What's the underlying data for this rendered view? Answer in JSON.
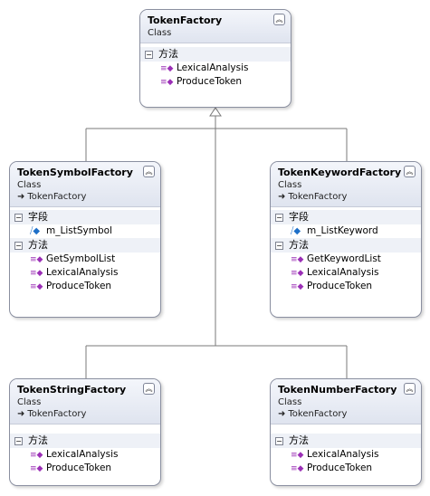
{
  "top": {
    "title": "TokenFactory",
    "kind": "Class",
    "methods_label": "方法",
    "methods": [
      "LexicalAnalysis",
      "ProduceToken"
    ]
  },
  "symbol": {
    "title": "TokenSymbolFactory",
    "kind": "Class",
    "base": "TokenFactory",
    "fields_label": "字段",
    "fields": [
      "m_ListSymbol"
    ],
    "methods_label": "方法",
    "methods": [
      "GetSymbolList",
      "LexicalAnalysis",
      "ProduceToken"
    ]
  },
  "keyword": {
    "title": "TokenKeywordFactory",
    "kind": "Class",
    "base": "TokenFactory",
    "fields_label": "字段",
    "fields": [
      "m_ListKeyword"
    ],
    "methods_label": "方法",
    "methods": [
      "GetKeywordList",
      "LexicalAnalysis",
      "ProduceToken"
    ]
  },
  "string": {
    "title": "TokenStringFactory",
    "kind": "Class",
    "base": "TokenFactory",
    "methods_label": "方法",
    "methods": [
      "LexicalAnalysis",
      "ProduceToken"
    ]
  },
  "number": {
    "title": "TokenNumberFactory",
    "kind": "Class",
    "base": "TokenFactory",
    "methods_label": "方法",
    "methods": [
      "LexicalAnalysis",
      "ProduceToken"
    ]
  },
  "icons": {
    "collapse": "double-chevron-up-icon",
    "method": "method-icon",
    "field": "field-icon",
    "inherits": "inheritance-arrow-icon"
  },
  "colors": {
    "line": "#7a7a7a",
    "border": "#8a8fa0",
    "header": "#dfe4ef",
    "method_icon": "#9b2fb6",
    "field_icon": "#1d6fc8"
  }
}
